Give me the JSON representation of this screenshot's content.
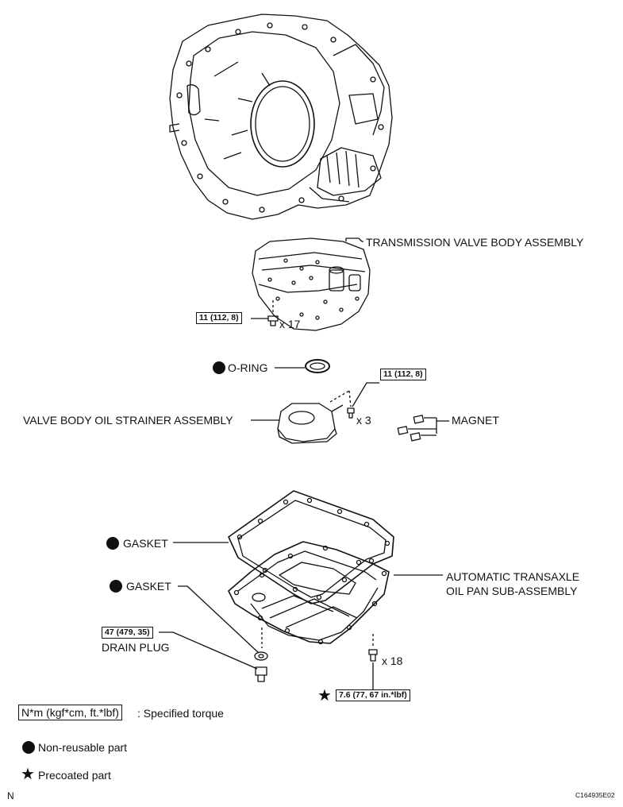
{
  "labels": {
    "valve_body": "TRANSMISSION VALVE BODY ASSEMBLY",
    "o_ring": "O-RING",
    "strainer": "VALVE BODY OIL STRAINER ASSEMBLY",
    "magnet": "MAGNET",
    "gasket_upper": "GASKET",
    "gasket_lower": "GASKET",
    "oil_pan_line1": "AUTOMATIC TRANSAXLE",
    "oil_pan_line2": "OIL PAN SUB-ASSEMBLY",
    "drain_plug": "DRAIN PLUG"
  },
  "torque_specs": {
    "valve_body_bolts": "11 (112, 8)",
    "strainer_bolts": "11 (112, 8)",
    "drain_plug": "47 (479, 35)",
    "oil_pan_bolts": "7.6 (77, 67 in.*lbf)"
  },
  "quantities": {
    "valve_body_bolts": "x 17",
    "strainer_bolts": "x 3",
    "oil_pan_bolts": "x 18"
  },
  "legend": {
    "torque_unit": "N*m (kgf*cm, ft.*lbf)",
    "torque_desc": ": Specified torque",
    "non_reusable": "Non-reusable part",
    "precoated": "Precoated part"
  },
  "footer": {
    "corner_mark": "N",
    "figure_code": "C164935E02"
  }
}
